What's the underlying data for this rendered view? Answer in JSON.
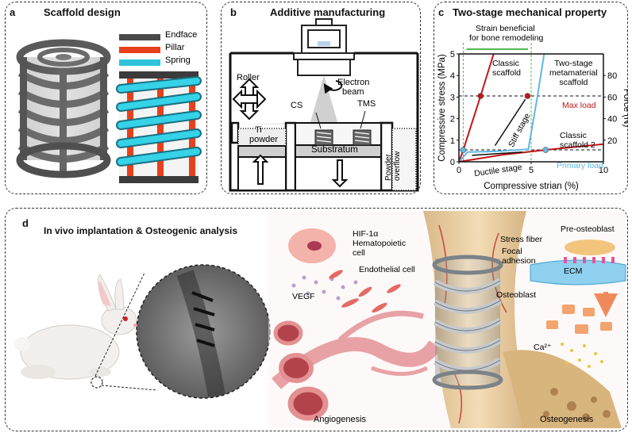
{
  "panel_a": {
    "letter": "a",
    "title": "Scaffold design",
    "legend": [
      {
        "label": "Endface",
        "color": "#4a4a4a"
      },
      {
        "label": "Pillar",
        "color": "#e8401c"
      },
      {
        "label": "Spring",
        "color": "#2ec4dc"
      }
    ]
  },
  "panel_b": {
    "letter": "b",
    "title": "Additive manufacturing",
    "labels": {
      "roller": "Roller",
      "electron_beam_1": "Electron",
      "electron_beam_2": "beam",
      "cs": "CS",
      "tms": "TMS",
      "ti_1": "Ti",
      "ti_2": "powder",
      "substratum": "Substratum",
      "overflow_1": "Powder",
      "overflow_2": "overflow"
    }
  },
  "panel_c": {
    "letter": "c",
    "title": "Two-stage mechanical property",
    "annotation_1": "Strain beneficial",
    "annotation_2": "for bone remodeling",
    "labels": {
      "classic_1": "Classic",
      "classic_1b": "scaffold",
      "two_stage_1": "Two-stage",
      "two_stage_2": "metamaterial",
      "two_stage_3": "scaffold",
      "max_load": "Max load",
      "stiff_stage": "Stiff stage",
      "classic_2": "Classic",
      "classic_2b": "scaffold 2",
      "ductile_stage": "Ductile stage",
      "primary_load": "Primary load"
    },
    "colors": {
      "classic": "#c0171a",
      "two_stage": "#5fb8e8",
      "green": "#57b857"
    }
  },
  "chart_data": {
    "type": "line",
    "xlabel": "Compressive strian (%)",
    "ylabel": "Compressive stress (MPa)",
    "y2label": "Force (N)",
    "xlim": [
      0,
      10
    ],
    "ylim": [
      0,
      5
    ],
    "y2lim": [
      0,
      100
    ],
    "xticks": [
      0,
      5,
      10
    ],
    "yticks": [
      0,
      1,
      2,
      3,
      4,
      5
    ],
    "y2ticks": [
      20,
      40,
      60,
      80
    ],
    "hlines": [
      3.05,
      0.55
    ],
    "vlines": [
      0.3,
      5.0
    ],
    "series": [
      {
        "x": [
          0,
          0.3,
          1.5,
          2.4
        ],
        "y": [
          0,
          0.55,
          3.05,
          5.0
        ]
      },
      {
        "x": [
          0,
          0.6,
          2.5,
          4.8,
          5.4,
          5.9
        ],
        "y": [
          0,
          0.45,
          0.48,
          0.58,
          2.9,
          5.0
        ]
      },
      {
        "x": [
          0,
          3.0,
          6.0,
          10.0
        ],
        "y": [
          0,
          0.32,
          0.55,
          0.82
        ]
      }
    ],
    "markers": [
      {
        "x": 0.3,
        "y": 0.55,
        "color": "#5fb8e8"
      },
      {
        "x": 1.5,
        "y": 3.05,
        "color": "#c0171a"
      },
      {
        "x": 4.75,
        "y": 3.05,
        "color": "#c0171a"
      },
      {
        "x": 6.0,
        "y": 0.55,
        "color": "#5fb8e8"
      }
    ]
  },
  "panel_d": {
    "letter": "d",
    "title": "In vivo implantation & Osteogenic analysis",
    "labels": {
      "hif": "HIF-1α",
      "hemato_1": "Hematopoietic",
      "hemato_2": "cell",
      "endothelial": "Endothelial cell",
      "vegf": "VEGF",
      "stress_fiber": "Stress fiber",
      "pre_osteoblast": "Pre-osteoblast",
      "focal_1": "Focal",
      "focal_2": "adhesion",
      "ecm": "ECM",
      "osteoblast": "Osteoblast",
      "ca": "Ca²⁺",
      "angiogenesis": "Angiogenesis",
      "osteogenesis": "Osteogenesis"
    }
  }
}
